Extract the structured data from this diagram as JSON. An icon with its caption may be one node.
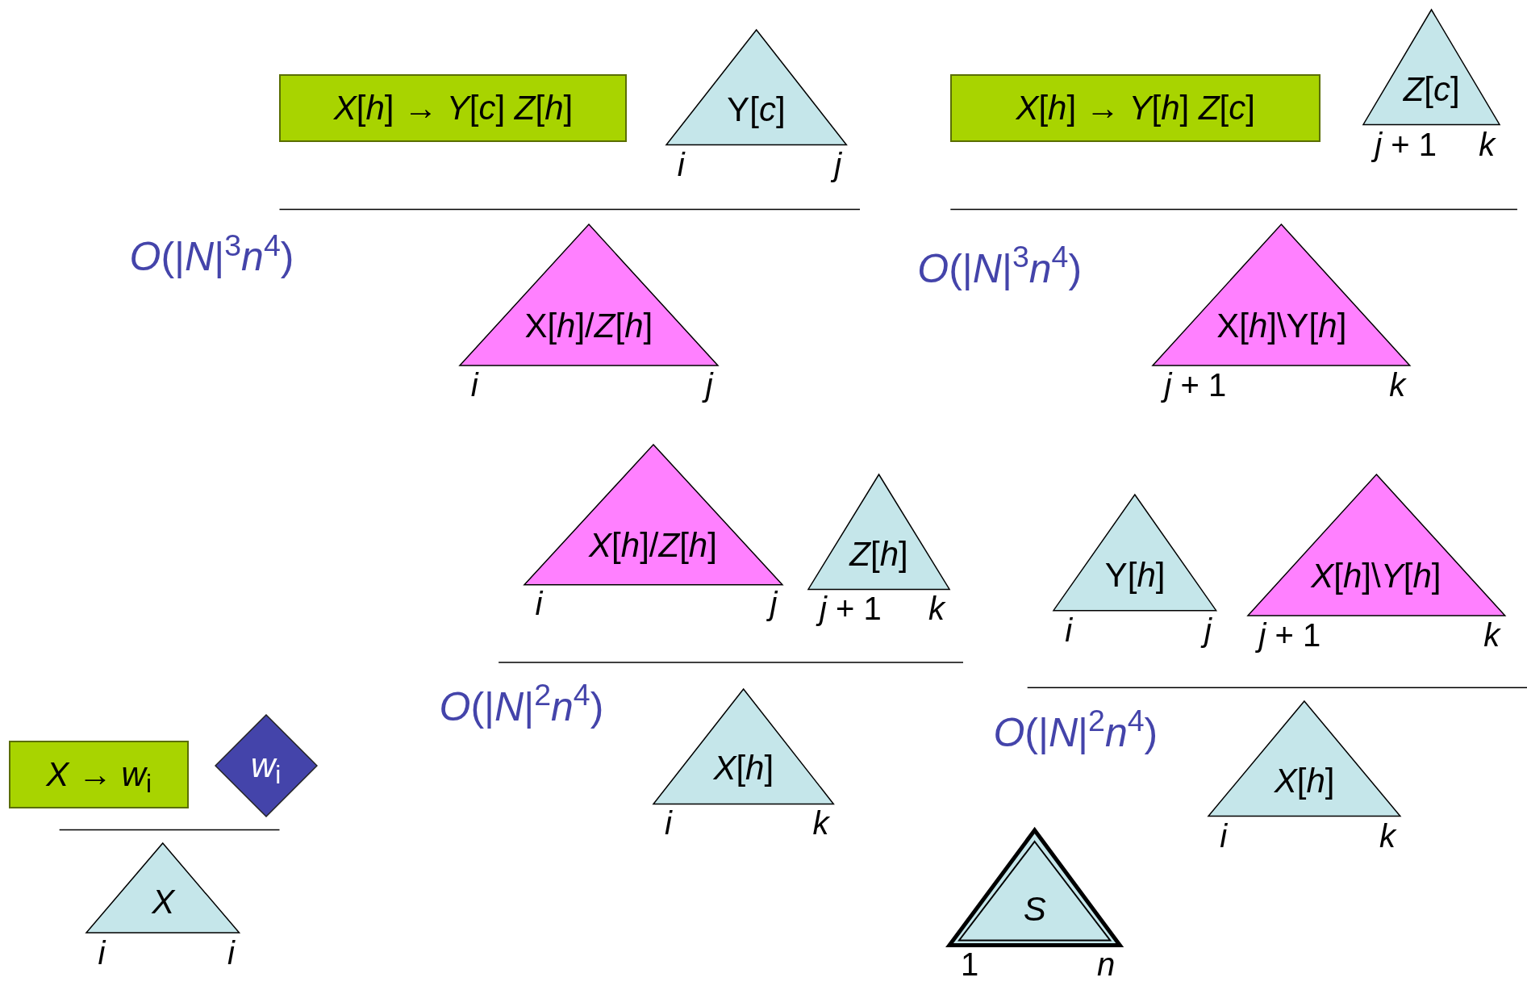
{
  "diagram": {
    "nodes": [
      {
        "text": [
          "*X*[*h*] → *Y*[*c*] *Z*[*h*]"
        ]
      },
      {
        "text": [
          "Y[*c*]"
        ],
        "beside": [
          "*i*",
          "*j*"
        ]
      },
      {
        "text": [
          "*X*[*h*] → *Y*[*h*] *Z*[*c*]"
        ]
      },
      {
        "text": [
          "*Z*[*c*]"
        ],
        "beside": [
          "*j* + 1",
          "*k*"
        ]
      },
      {
        "text": [
          "X[*h*]/*Z*[*h*]"
        ],
        "beside": [
          "*i*",
          "*j*"
        ]
      },
      {
        "text": [
          "X[*h*]\\Y[*h*]"
        ],
        "beside": [
          "*j* + 1",
          "*k*"
        ]
      },
      {
        "text": [
          "*X*[*h*]/*Z*[*h*]"
        ],
        "beside": [
          "*i*",
          "*j*"
        ]
      },
      {
        "text": [
          "*Z*[*h*]"
        ],
        "beside": [
          "*j* + 1",
          "*k*"
        ]
      },
      {
        "text": [
          "Y[*h*]"
        ],
        "beside": [
          "*i*",
          "*j*"
        ]
      },
      {
        "text": [
          "*X*[*h*]\\*Y*[*h*]"
        ],
        "beside": [
          "*j* + 1",
          "*k*"
        ]
      },
      {
        "text": [
          "*X* → *w*$_{i}$"
        ]
      },
      {
        "text": [
          "*w*$_{i}$"
        ]
      },
      {
        "text": [
          "*X*[*h*]"
        ],
        "beside": [
          "*i*",
          "*k*"
        ]
      },
      {
        "text": [
          "*X*[*h*]"
        ],
        "beside": [
          "*i*",
          "*k*"
        ]
      },
      {
        "text": [
          "*X*"
        ],
        "beside": [
          "*i*",
          "*i*"
        ]
      },
      {
        "text": [
          "*S*"
        ],
        "beside": [
          "1",
          "*n*"
        ]
      }
    ],
    "labels": [
      "*O*(|*N*|$^{3}$*n*$^{4}$)",
      "*O*(|*N*|$^{3}$*n*$^{4}$)",
      "*O*(|*N*|$^{2}$*n*$^{4}$)",
      "*O*(|*N*|$^{2}$*n*$^{4}$)"
    ]
  }
}
